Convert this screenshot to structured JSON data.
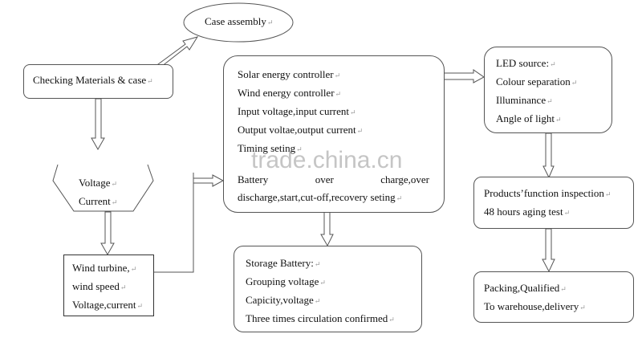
{
  "diagram": {
    "watermark": "trade.china.cn",
    "paragraph_mark": "↵",
    "nodes": {
      "case_assembly": {
        "lines": [
          "Case assembly"
        ]
      },
      "checking_materials": {
        "lines": [
          "Checking Materials & case"
        ]
      },
      "voltage_current": {
        "lines": [
          "Voltage",
          "Current"
        ]
      },
      "wind_turbine": {
        "lines": [
          "Wind turbine,",
          "wind speed",
          "Voltage,current"
        ]
      },
      "controller": {
        "lines": [
          "Solar energy controller",
          "Wind energy controller",
          "Input voltage,input current",
          "Output voltae,output current",
          "Timing seting"
        ],
        "justified_line": [
          "Battery",
          "over",
          "charge,over"
        ],
        "last_line": "discharge,start,cut-off,recovery seting"
      },
      "storage_battery": {
        "lines": [
          "Storage Battery:",
          "Grouping voltage",
          "Capicity,voltage",
          "Three times circulation confirmed"
        ]
      },
      "led_source": {
        "lines": [
          "LED source:",
          "Colour separation",
          "Illuminance",
          "Angle of light"
        ]
      },
      "function_inspection": {
        "lines": [
          "Products’function inspection",
          "48 hours aging test"
        ]
      },
      "packing": {
        "lines": [
          "Packing,Qualified",
          "To warehouse,delivery"
        ]
      }
    },
    "edges": [
      {
        "from": "checking_materials",
        "to": "case_assembly"
      },
      {
        "from": "checking_materials",
        "to": "voltage_current"
      },
      {
        "from": "voltage_current",
        "to": "wind_turbine"
      },
      {
        "from": "wind_turbine",
        "to": "controller"
      },
      {
        "from": "controller",
        "to": "led_source"
      },
      {
        "from": "controller",
        "to": "storage_battery"
      },
      {
        "from": "led_source",
        "to": "function_inspection"
      },
      {
        "from": "function_inspection",
        "to": "packing"
      }
    ],
    "colors": {
      "stroke": "#555555",
      "text": "#111111",
      "watermark": "#969696"
    }
  }
}
